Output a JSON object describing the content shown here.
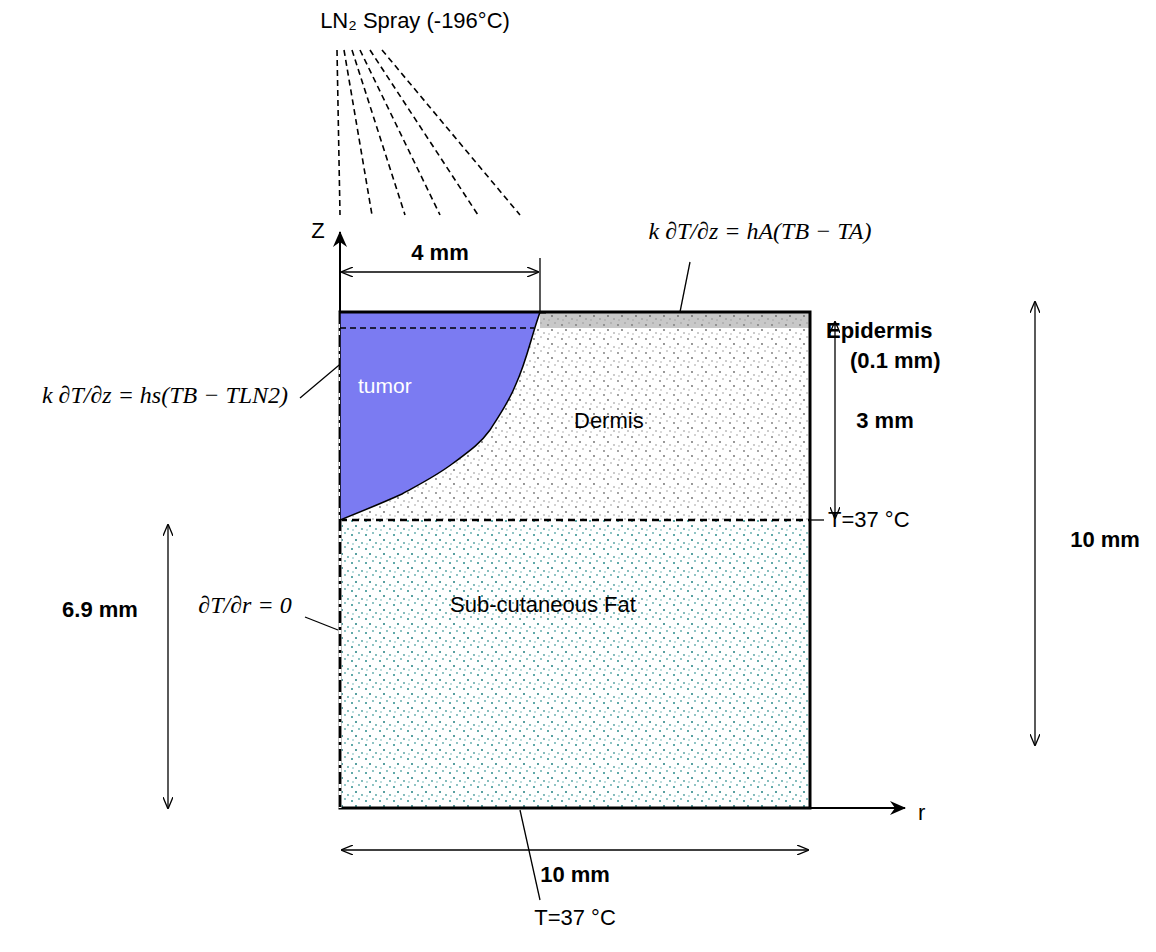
{
  "diagram": {
    "nodes": [
      {
        "text": [
          "tumor"
        ]
      },
      {
        "text": [
          "Dermis"
        ]
      },
      {
        "text": [
          "Sub-cutaneous Fat"
        ]
      }
    ],
    "labels": [
      "LN₂ Spray (-196°C)",
      "Z",
      "4 mm",
      "k ∂T/∂z = hA(TB − TA)",
      "Epidermis",
      "(0.1 mm)",
      "3 mm",
      "k ∂T/∂z = hs(TB − TLN2)",
      "T=37 °C",
      "10 mm",
      "6.9 mm",
      "∂T/∂r = 0",
      "r",
      "10 mm",
      "T=37 °C"
    ]
  }
}
